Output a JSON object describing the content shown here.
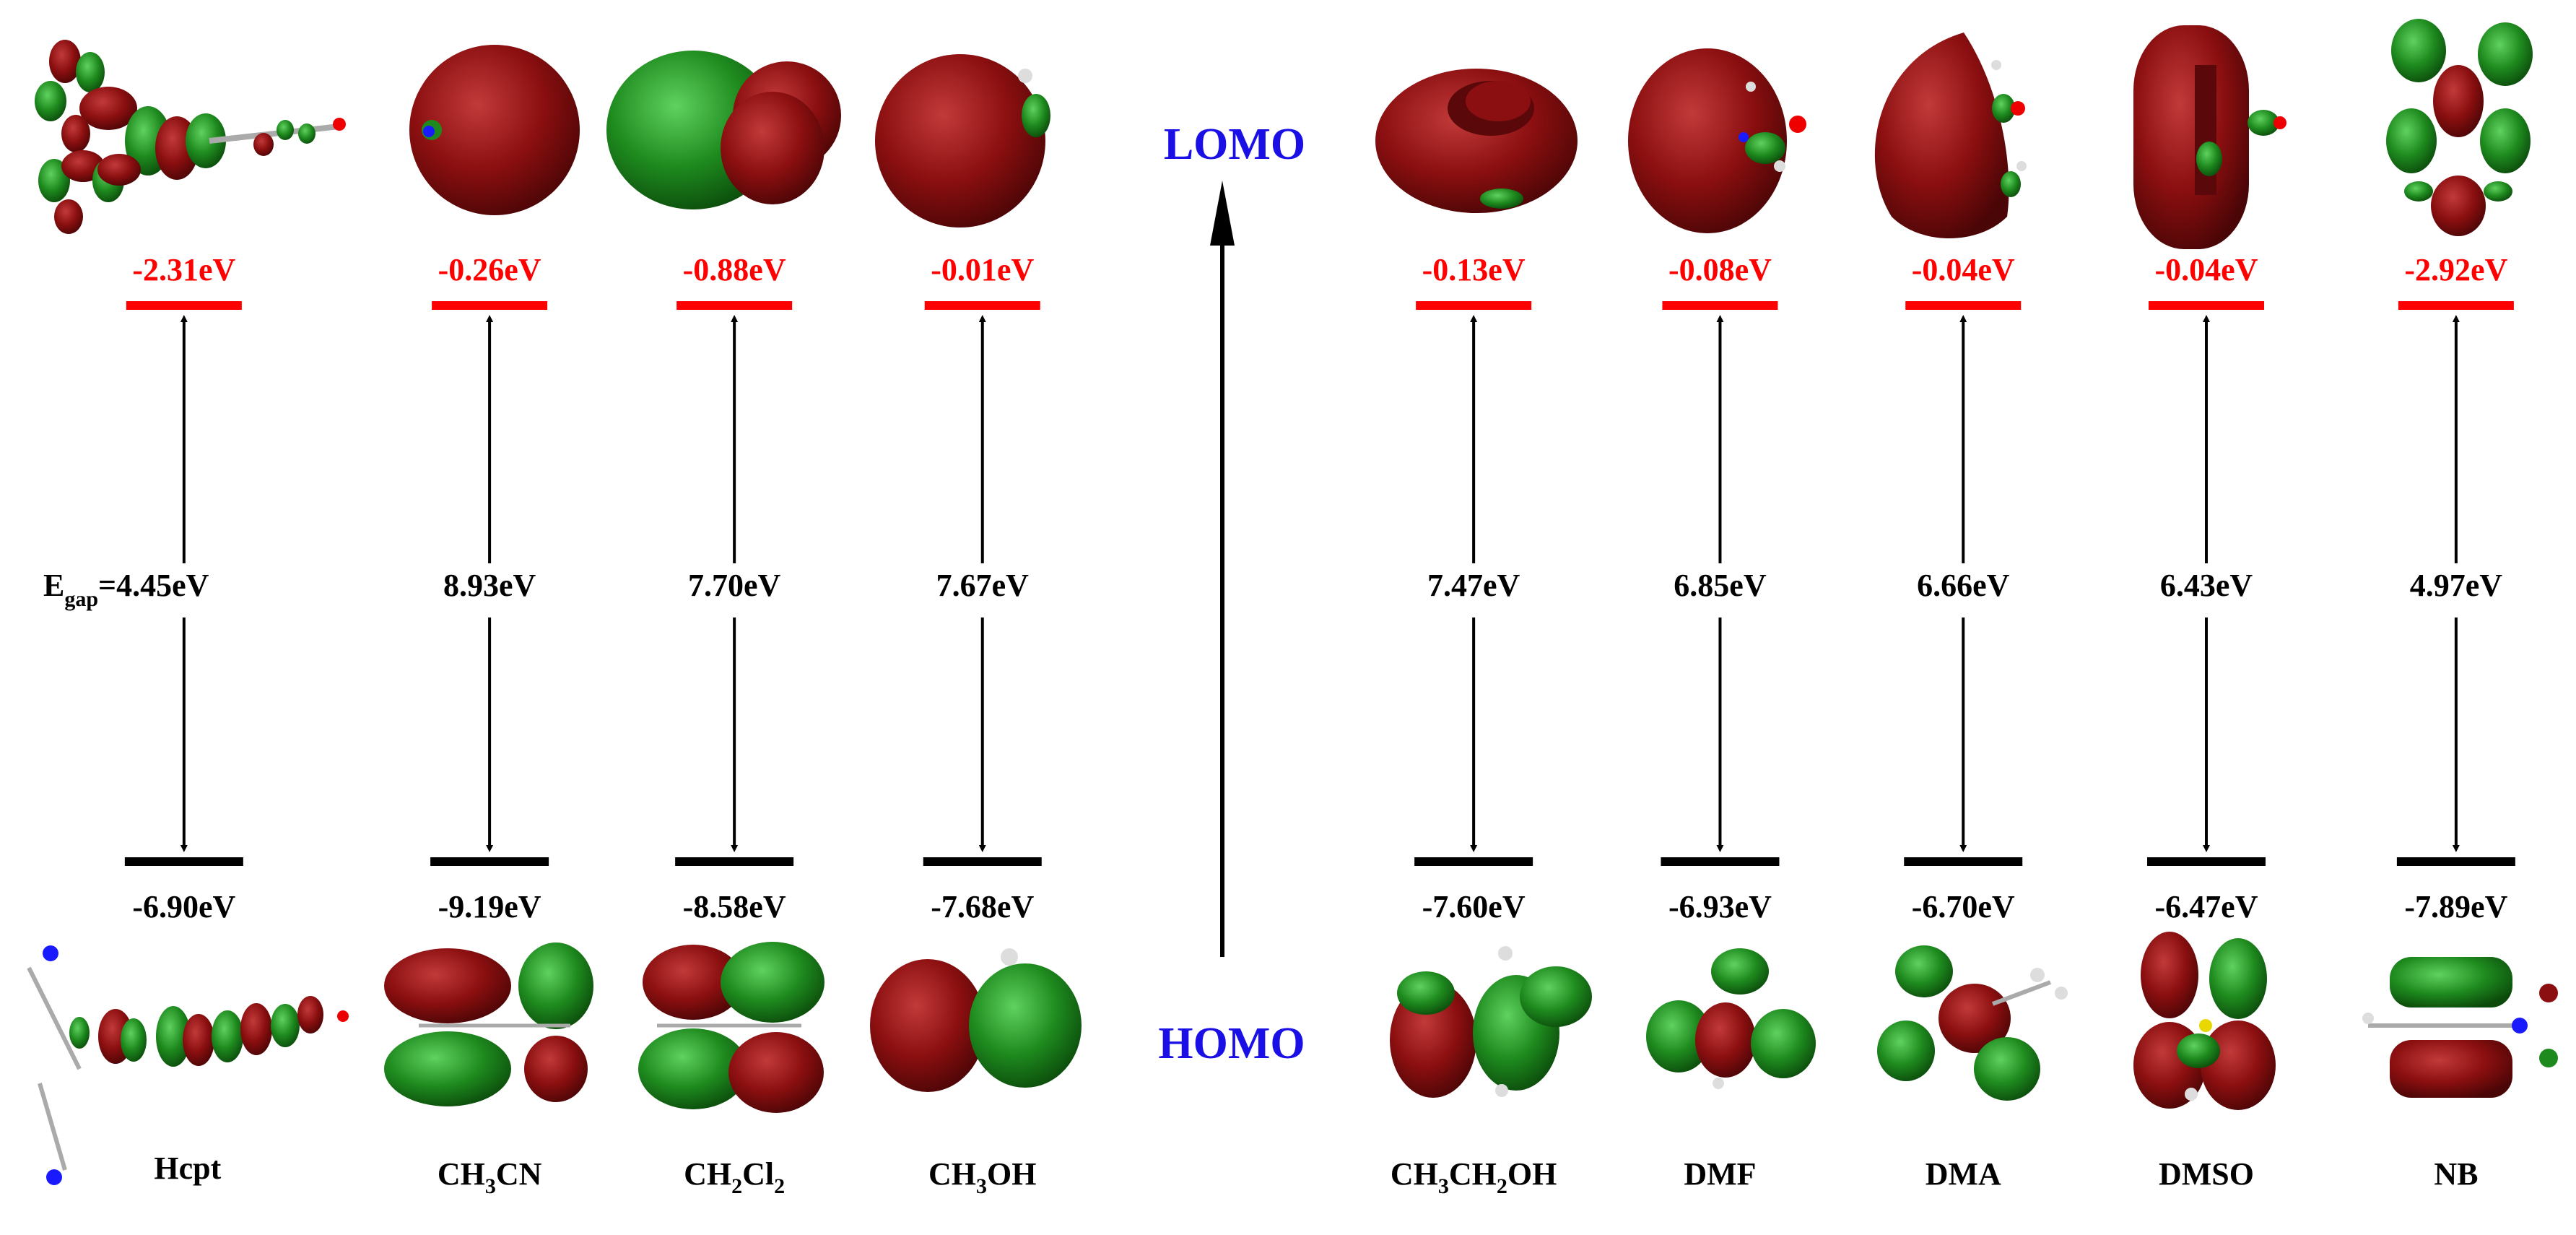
{
  "axis": {
    "top_label": "LOMO",
    "bottom_label": "HOMO"
  },
  "colors": {
    "lomo_level": "#ff0000",
    "homo_level": "#000000",
    "axis_label": "#1a10e6",
    "orbital_positive": "#8b0f10",
    "orbital_negative": "#1e8a1e"
  },
  "gap_prefix": {
    "main": "E",
    "sub": "gap",
    "eq": "="
  },
  "molecules": [
    {
      "id": "hcpt",
      "label": [
        {
          "t": "Hcpt"
        }
      ],
      "lomo": "-2.31eV",
      "homo": "-6.90eV",
      "gap": "4.45eV"
    },
    {
      "id": "ch3cn",
      "label": [
        {
          "t": "CH"
        },
        {
          "t": "3",
          "sub": true
        },
        {
          "t": "CN"
        }
      ],
      "lomo": "-0.26eV",
      "homo": "-9.19eV",
      "gap": "8.93eV"
    },
    {
      "id": "ch2cl2",
      "label": [
        {
          "t": "CH"
        },
        {
          "t": "2",
          "sub": true
        },
        {
          "t": "Cl"
        },
        {
          "t": "2",
          "sub": true
        }
      ],
      "lomo": "-0.88eV",
      "homo": "-8.58eV",
      "gap": "7.70eV"
    },
    {
      "id": "ch3oh",
      "label": [
        {
          "t": "CH"
        },
        {
          "t": "3",
          "sub": true
        },
        {
          "t": "OH"
        }
      ],
      "lomo": "-0.01eV",
      "homo": "-7.68eV",
      "gap": "7.67eV"
    },
    {
      "id": "ch3ch2oh",
      "label": [
        {
          "t": "CH"
        },
        {
          "t": "3",
          "sub": true
        },
        {
          "t": "CH"
        },
        {
          "t": "2",
          "sub": true
        },
        {
          "t": "OH"
        }
      ],
      "lomo": "-0.13eV",
      "homo": "-7.60eV",
      "gap": "7.47eV"
    },
    {
      "id": "dmf",
      "label": [
        {
          "t": "DMF"
        }
      ],
      "lomo": "-0.08eV",
      "homo": "-6.93eV",
      "gap": "6.85eV"
    },
    {
      "id": "dma",
      "label": [
        {
          "t": "DMA"
        }
      ],
      "lomo": "-0.04eV",
      "homo": "-6.70eV",
      "gap": "6.66eV"
    },
    {
      "id": "dmso",
      "label": [
        {
          "t": "DMSO"
        }
      ],
      "lomo": "-0.04eV",
      "homo": "-6.47eV",
      "gap": "6.43eV"
    },
    {
      "id": "nb",
      "label": [
        {
          "t": "NB"
        }
      ],
      "lomo": "-2.92eV",
      "homo": "-7.89eV",
      "gap": "4.97eV"
    }
  ]
}
